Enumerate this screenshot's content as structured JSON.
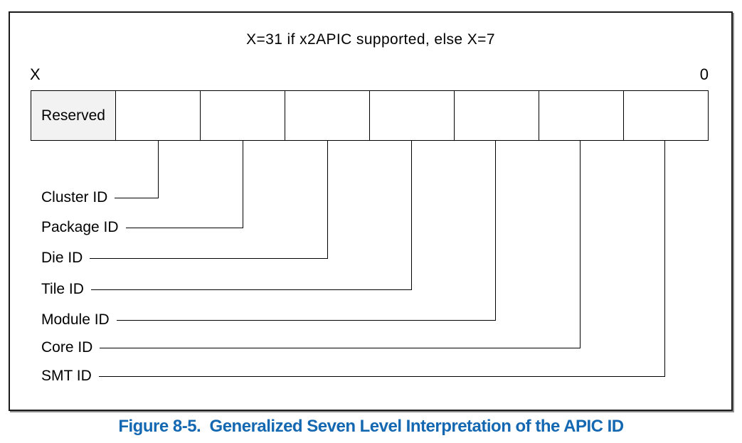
{
  "figure": {
    "note": "X=31 if x2APIC supported, else X=7",
    "high_bit_label": "X",
    "low_bit_label": "0",
    "register": {
      "reserved_label": "Reserved",
      "total_cells": 8
    },
    "field_labels": [
      "Cluster ID",
      "Package ID",
      "Die ID",
      "Tile ID",
      "Module ID",
      "Core ID",
      "SMT ID"
    ],
    "caption": "Figure 8-5.  Generalized Seven Level Interpretation of the APIC ID",
    "colors": {
      "caption_blue": "#1468B1",
      "reserved_fill": "#F2F2F2",
      "line": "#000000"
    }
  }
}
